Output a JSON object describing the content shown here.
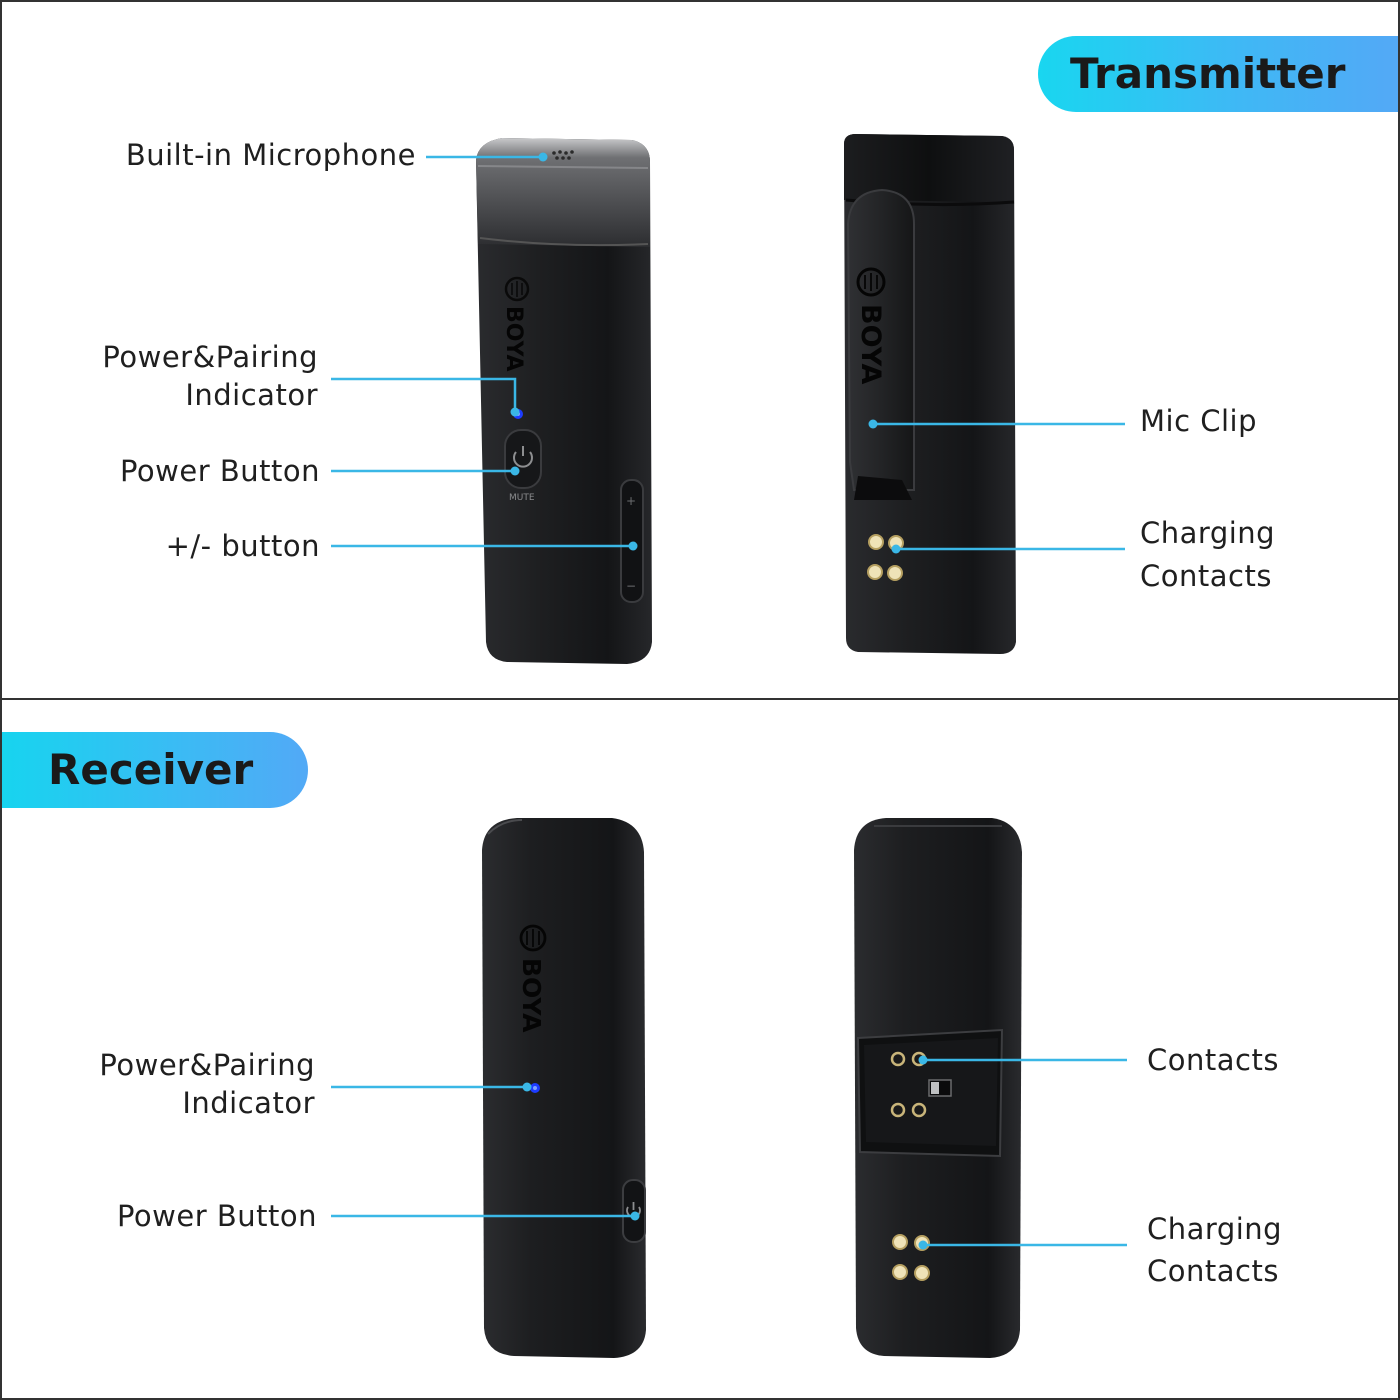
{
  "sections": {
    "transmitter": "Transmitter",
    "receiver": "Receiver"
  },
  "transmitter_labels": {
    "built_in_microphone": "Built-in Microphone",
    "power_pairing_indicator_line1": "Power&Pairing",
    "power_pairing_indicator_line2": "Indicator",
    "power_button": "Power Button",
    "plus_minus_button": "+/- button",
    "mic_clip": "Mic Clip",
    "charging_contacts_line1": "Charging",
    "charging_contacts_line2": "Contacts"
  },
  "receiver_labels": {
    "power_pairing_indicator_line1": "Power&Pairing",
    "power_pairing_indicator_line2": "Indicator",
    "power_button": "Power Button",
    "contacts": "Contacts",
    "charging_contacts_line1": "Charging",
    "charging_contacts_line2": "Contacts"
  },
  "device_text": {
    "brand": "BOYA",
    "mute": "MUTE",
    "plus": "+",
    "minus": "−"
  },
  "colors": {
    "leader_line": "#3ab7e6",
    "banner_start": "#19d6f0",
    "banner_end": "#54a8f6",
    "indicator_led": "#1d3cff",
    "device_body": "#1e1f21",
    "contact_gold": "#d9c48a"
  }
}
